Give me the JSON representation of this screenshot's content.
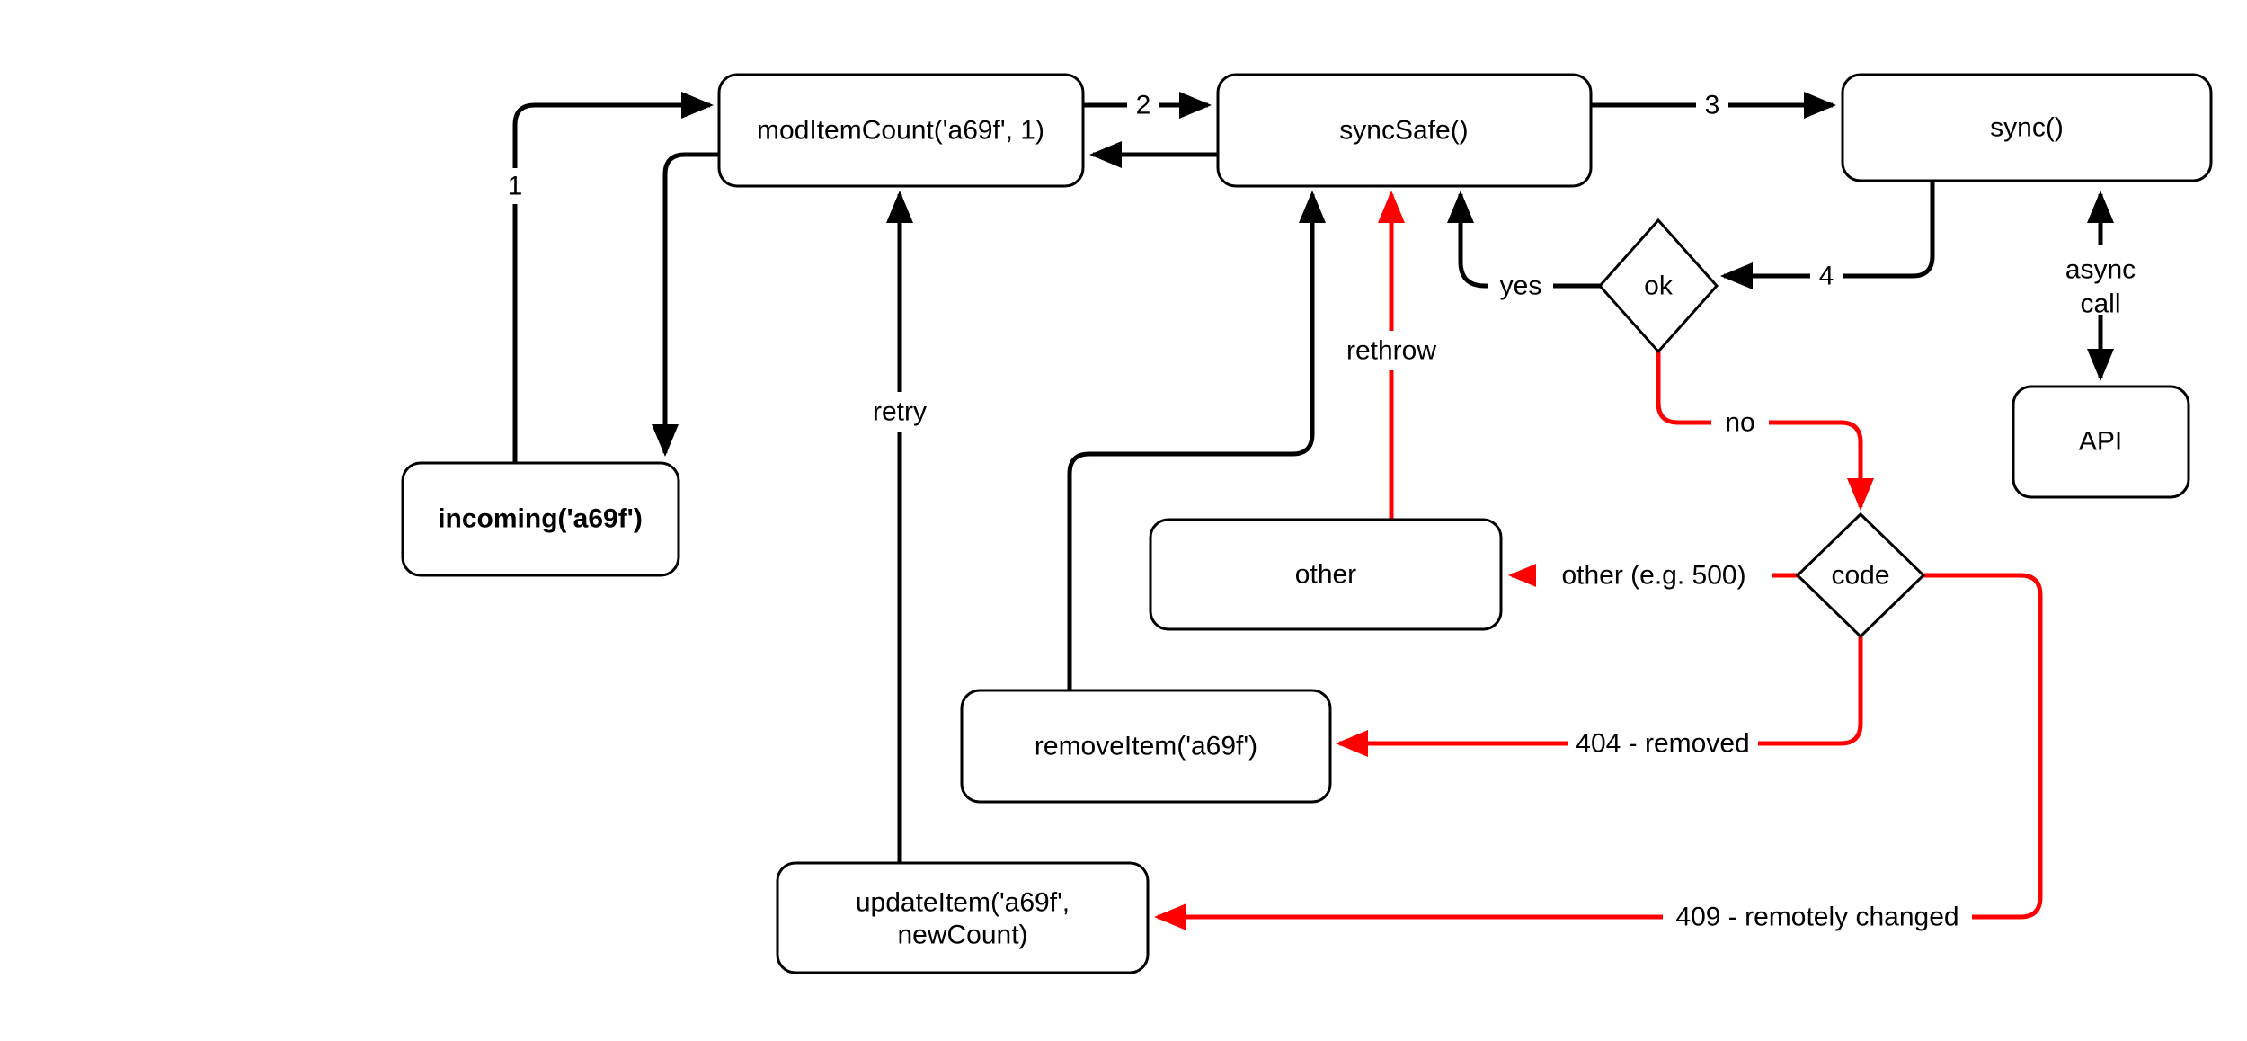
{
  "diagram": {
    "colors": {
      "background": "#ffffff",
      "flow": "#000000",
      "error_flow": "#ff0000",
      "node_fill": "#ffffff",
      "node_border": "#000000",
      "text": "#000000"
    },
    "nodes": {
      "modItemCount": {
        "label": "modItemCount('a69f', 1)"
      },
      "syncSafe": {
        "label": "syncSafe()"
      },
      "sync": {
        "label": "sync()"
      },
      "incoming": {
        "label": "incoming('a69f')"
      },
      "api": {
        "label": "API"
      },
      "other": {
        "label": "other"
      },
      "removeItem": {
        "label": "removeItem('a69f')"
      },
      "updateItem": {
        "line1": "updateItem('a69f',",
        "line2": "newCount)"
      },
      "ok_decision": {
        "label": "ok"
      },
      "code_decision": {
        "label": "code"
      }
    },
    "edges": {
      "step1": "1",
      "step2": "2",
      "step3": "3",
      "step4": "4",
      "yes": "yes",
      "no": "no",
      "retry": "retry",
      "rethrow": "rethrow",
      "async_line1": "async",
      "async_line2": "call",
      "other_code": "other (e.g. 500)",
      "removed_404": "404 - removed",
      "changed_409": "409 - remotely changed"
    }
  }
}
